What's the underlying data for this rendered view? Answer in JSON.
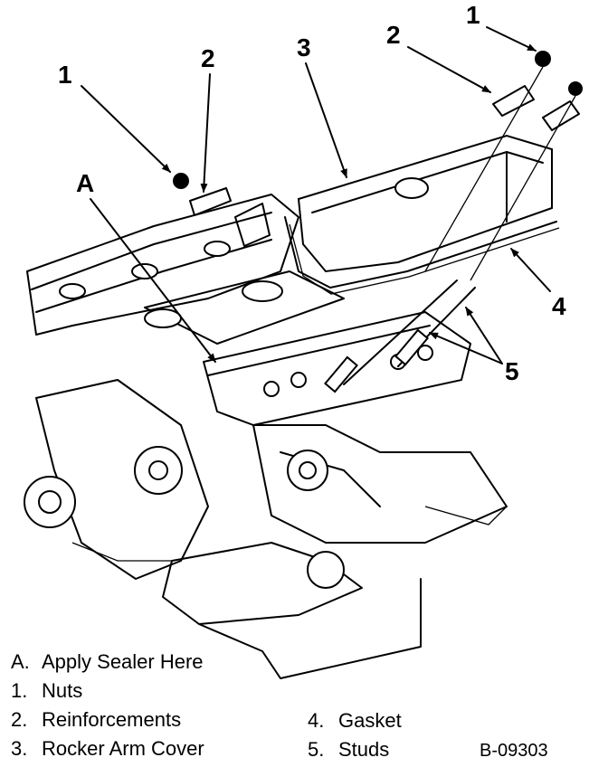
{
  "callouts": {
    "A": "A",
    "n1": "1",
    "n2": "2",
    "n3": "3",
    "n4": "4",
    "n5": "5"
  },
  "legend": [
    {
      "key": "A.",
      "label": "Apply Sealer Here"
    },
    {
      "key": "1.",
      "label": "Nuts"
    },
    {
      "key": "2.",
      "label": "Reinforcements"
    },
    {
      "key": "3.",
      "label": "Rocker Arm Cover"
    },
    {
      "key": "4.",
      "label": "Gasket"
    },
    {
      "key": "5.",
      "label": "Studs"
    }
  ],
  "figure_id": "B-09303"
}
